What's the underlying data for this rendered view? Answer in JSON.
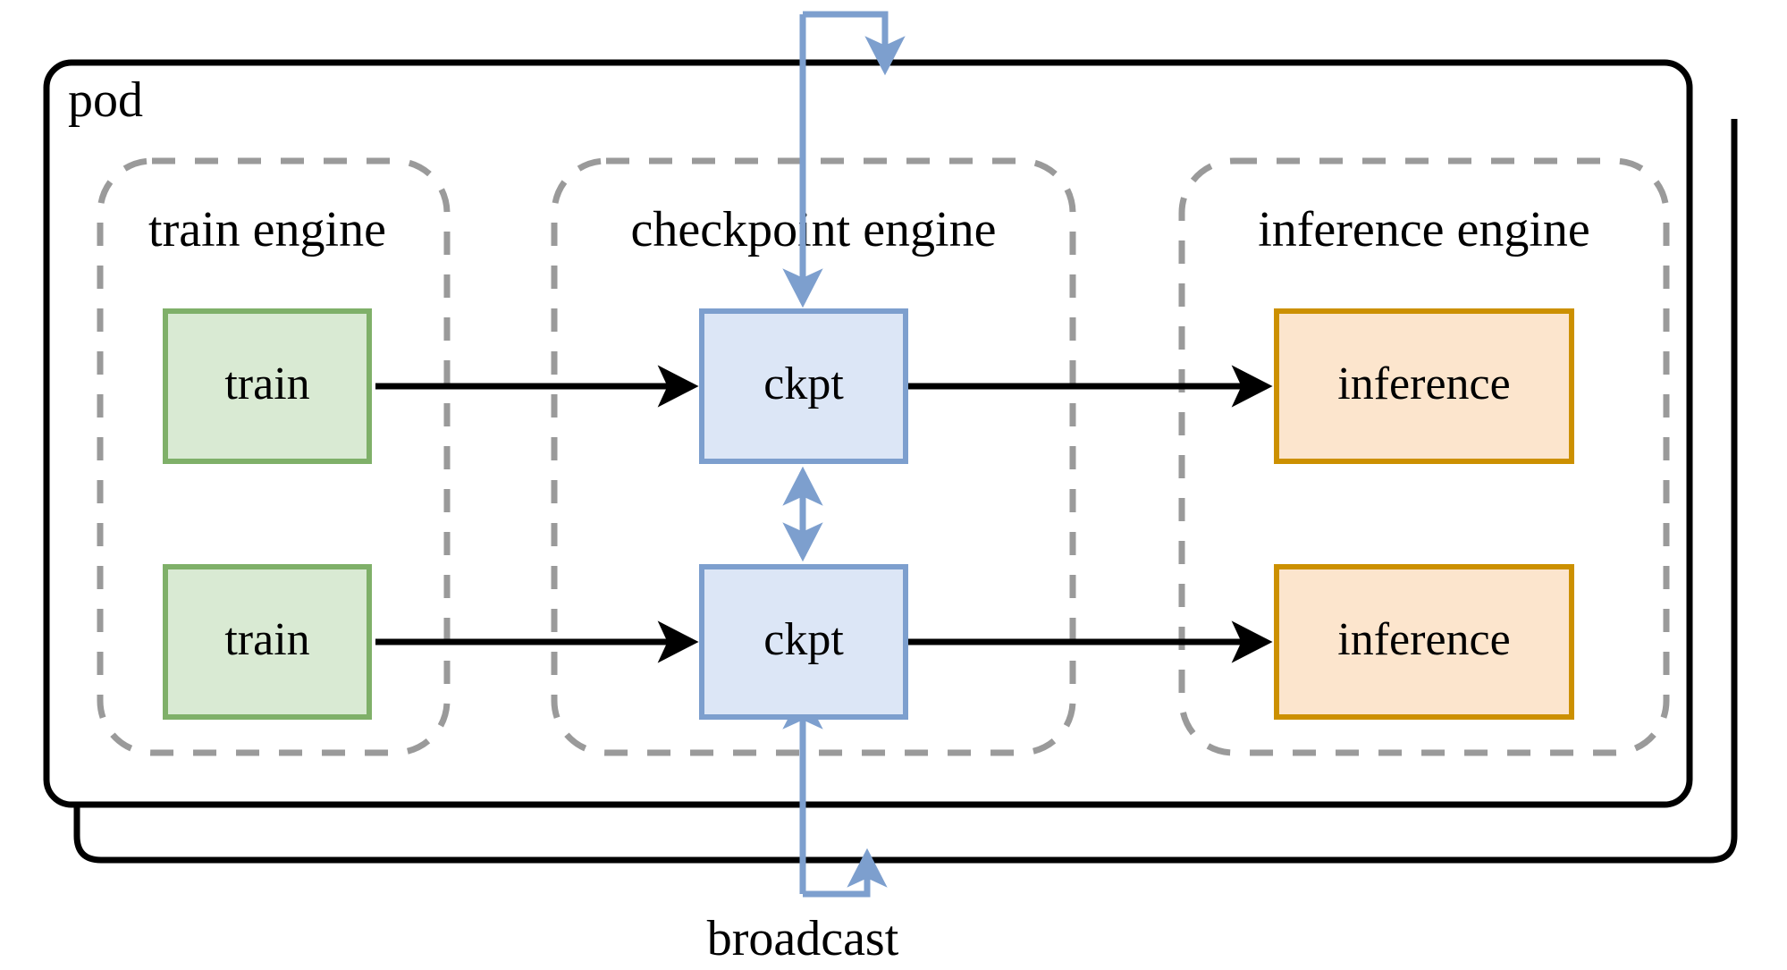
{
  "diagram": {
    "title": "pod",
    "pod_label": "pod",
    "broadcast_label": "broadcast",
    "engines": [
      {
        "id": "train-engine",
        "label": "train engine"
      },
      {
        "id": "checkpoint-engine",
        "label": "checkpoint engine"
      },
      {
        "id": "inference-engine",
        "label": "inference engine"
      }
    ],
    "nodes": {
      "train_top": "train",
      "train_bottom": "train",
      "ckpt_top": "ckpt",
      "ckpt_bottom": "ckpt",
      "inference_top": "inference",
      "inference_bottom": "inference"
    },
    "colors": {
      "train_fill": "#d9ead3",
      "train_stroke": "#7fb069",
      "ckpt_fill": "#dce6f6",
      "ckpt_stroke": "#7d9fce",
      "inference_fill": "#fce5cd",
      "inference_stroke": "#cc9000",
      "pod_stroke": "#000000",
      "engine_stroke": "#9a9a9a",
      "flow_arrow": "#000000",
      "broadcast_arrow": "#7d9fce",
      "background": "#ffffff"
    },
    "flows": [
      {
        "from": "train_top",
        "to": "ckpt_top",
        "style": "solid-black",
        "direction": "forward"
      },
      {
        "from": "ckpt_top",
        "to": "inference_top",
        "style": "solid-black",
        "direction": "forward"
      },
      {
        "from": "train_bottom",
        "to": "ckpt_bottom",
        "style": "solid-black",
        "direction": "forward"
      },
      {
        "from": "ckpt_bottom",
        "to": "inference_bottom",
        "style": "solid-black",
        "direction": "forward"
      },
      {
        "from": "ckpt_top",
        "to": "ckpt_bottom",
        "style": "solid-blue",
        "direction": "bidirectional"
      },
      {
        "from": "broadcast-top-hook",
        "to": "ckpt_top",
        "style": "solid-blue",
        "direction": "forward"
      },
      {
        "from": "broadcast-bottom-hook",
        "to": "ckpt_bottom",
        "style": "solid-blue",
        "direction": "forward"
      }
    ]
  }
}
